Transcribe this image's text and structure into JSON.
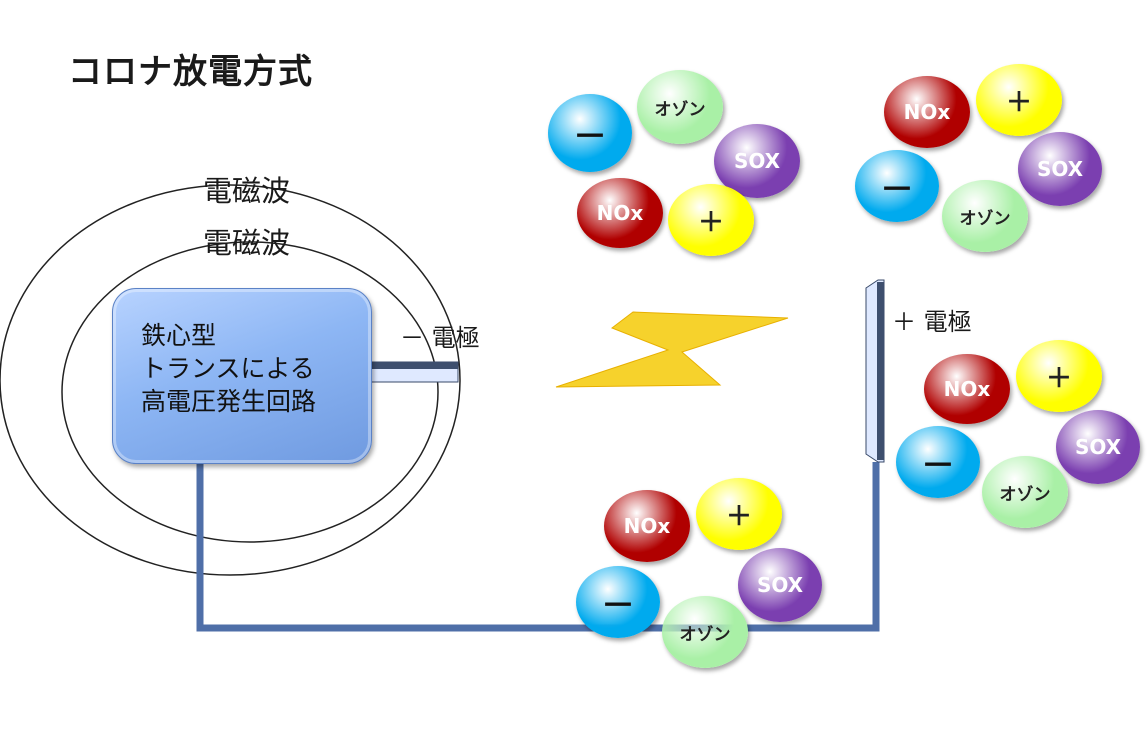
{
  "title": "コロナ放電方式",
  "wave_labels": [
    "電磁波",
    "電磁波"
  ],
  "transformer_lines": [
    "鉄心型",
    "トランスによる",
    "高電圧発生回路"
  ],
  "negative_electrode_label": "－ 電極",
  "positive_electrode_label": "＋ 電極",
  "particle_labels": {
    "nox": "NOx",
    "sox": "SOX",
    "ozone": "オゾン",
    "plus": "＋",
    "minus": "－"
  },
  "colors": {
    "nox": "#b00000",
    "sox": "#7b3fb0",
    "ozone": "#a9f0a6",
    "plus": "#ffff00",
    "minus": "#00aaee",
    "transformer": "#8db6f4",
    "wire": "#4f6fa8",
    "bolt": "#f6d22c"
  }
}
